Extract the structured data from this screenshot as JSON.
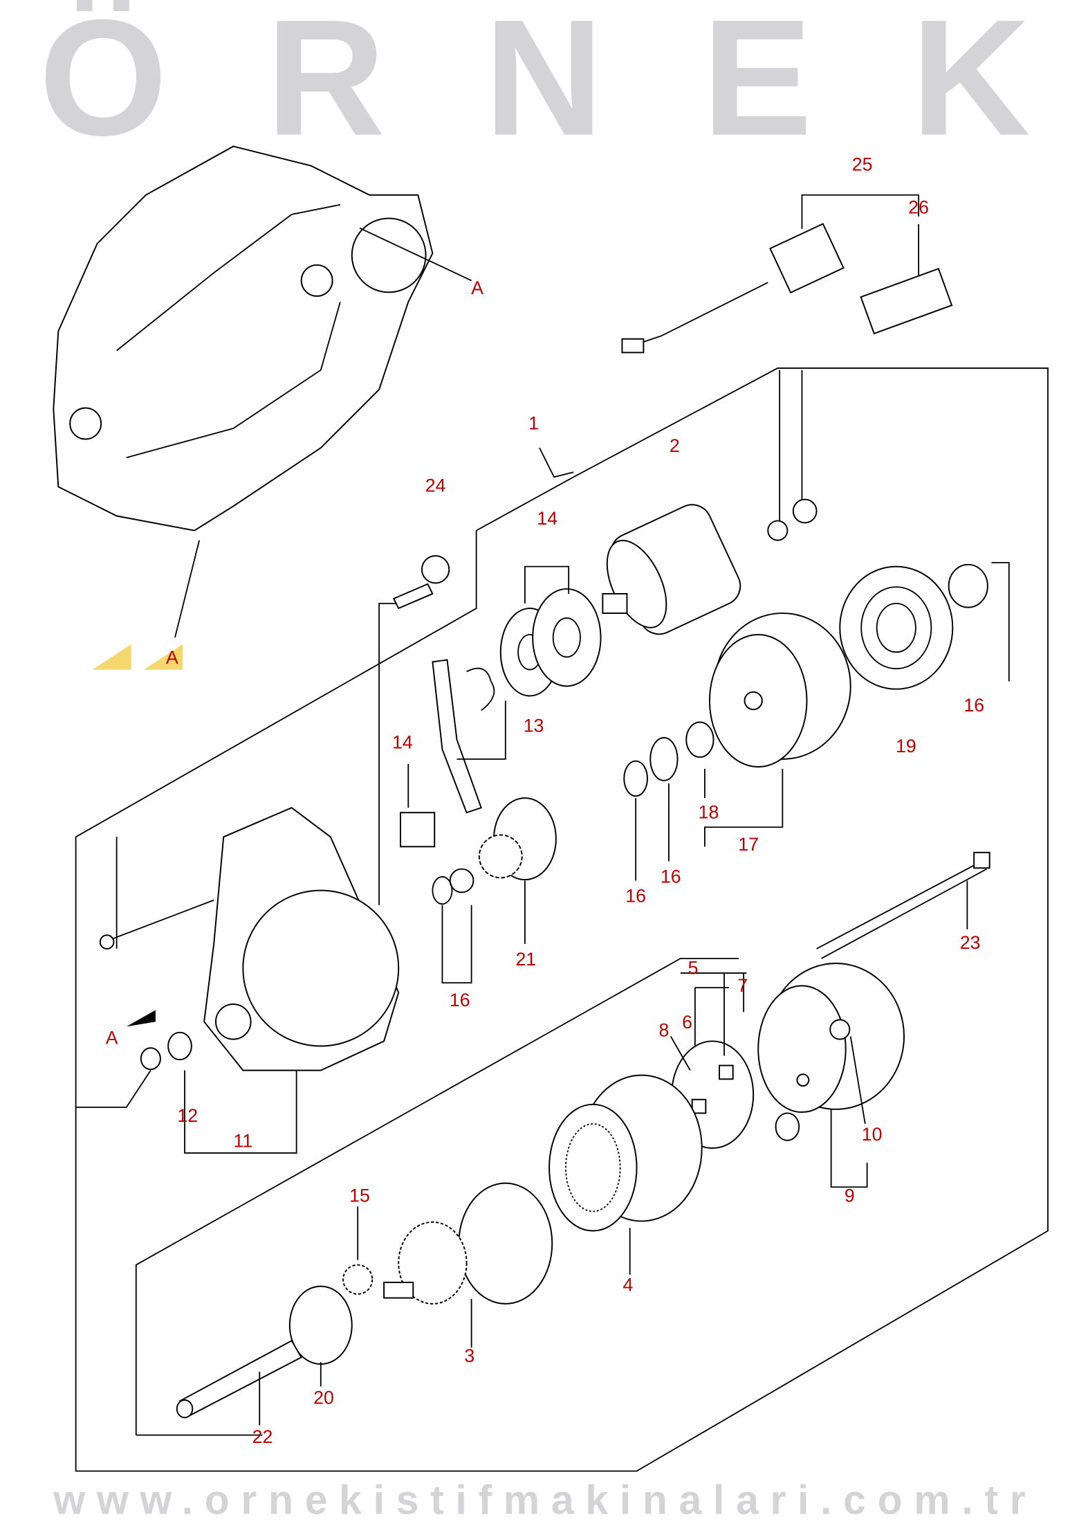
{
  "diagram_title": "",
  "watermark": {
    "brand": "ÖRNEK",
    "url": "www.ornekistifmakinalari.com.tr",
    "logo_color": "#f5d76e"
  },
  "label_color": "#c00000",
  "view_marker": "A",
  "callouts": {
    "c25": "25",
    "c26": "26",
    "a_top": "A",
    "c1": "1",
    "c2": "2",
    "c24": "24",
    "c14a": "14",
    "c16a": "16",
    "c19": "19",
    "c13": "13",
    "c14b": "14",
    "c18": "18",
    "c17": "17",
    "c16b": "16",
    "c16c": "16",
    "c23": "23",
    "c21": "21",
    "c16d": "16",
    "c5": "5",
    "c7": "7",
    "c6": "6",
    "c8": "8",
    "a_left": "A",
    "c12": "12",
    "c11": "11",
    "c10": "10",
    "c9": "9",
    "c15": "15",
    "c4": "4",
    "c3": "3",
    "c20": "20",
    "c22": "22",
    "a_arrow": "A"
  }
}
